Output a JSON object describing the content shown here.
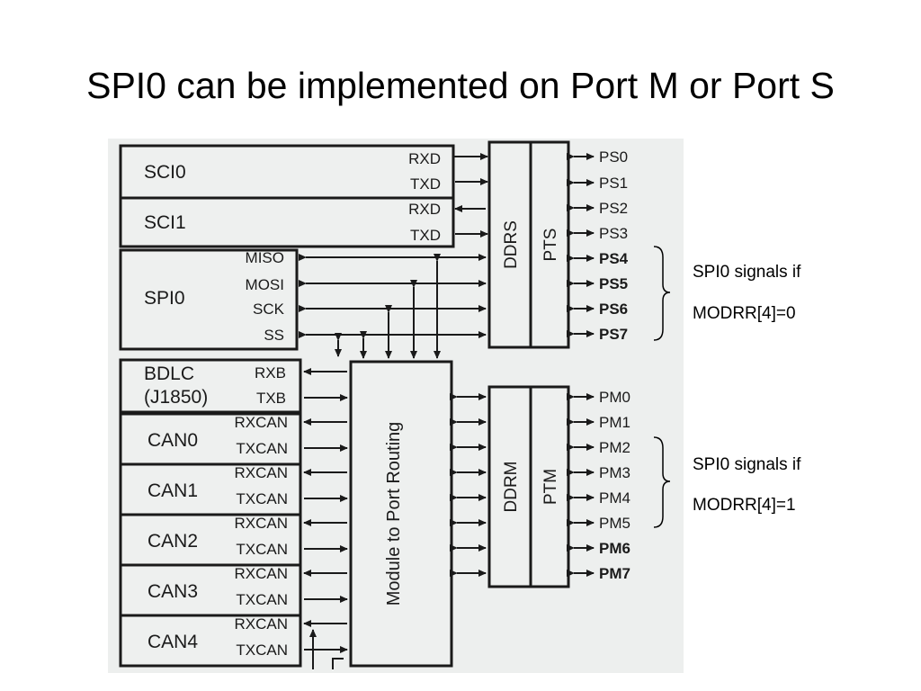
{
  "title": "SPI0 can be implemented on Port M or Port S",
  "modules": {
    "sci0": "SCI0",
    "sci1": "SCI1",
    "spi0": "SPI0",
    "bdlc": "BDLC",
    "bdlc_sub": "(J1850)",
    "can": [
      "CAN0",
      "CAN1",
      "CAN2",
      "CAN3",
      "CAN4"
    ]
  },
  "signals": {
    "rxd": "RXD",
    "txd": "TXD",
    "miso": "MISO",
    "mosi": "MOSI",
    "sck": "SCK",
    "ss": "SS",
    "rxb": "RXB",
    "txb": "TXB",
    "rxcan": "RXCAN",
    "txcan": "TXCAN"
  },
  "routing_block": "Module to Port Routing",
  "registers": {
    "ddrs": "DDRS",
    "pts": "PTS",
    "ddrm": "DDRM",
    "ptm": "PTM"
  },
  "port_s_pins": [
    "PS0",
    "PS1",
    "PS2",
    "PS3",
    "PS4",
    "PS5",
    "PS6",
    "PS7"
  ],
  "port_m_pins": [
    "PM0",
    "PM1",
    "PM2",
    "PM3",
    "PM4",
    "PM5",
    "PM6",
    "PM7"
  ],
  "annotations": {
    "port_s_line1": "SPI0 signals if",
    "port_s_line2": "MODRR[4]=0",
    "port_m_line1": "SPI0 signals if",
    "port_m_line2": "MODRR[4]=1"
  }
}
